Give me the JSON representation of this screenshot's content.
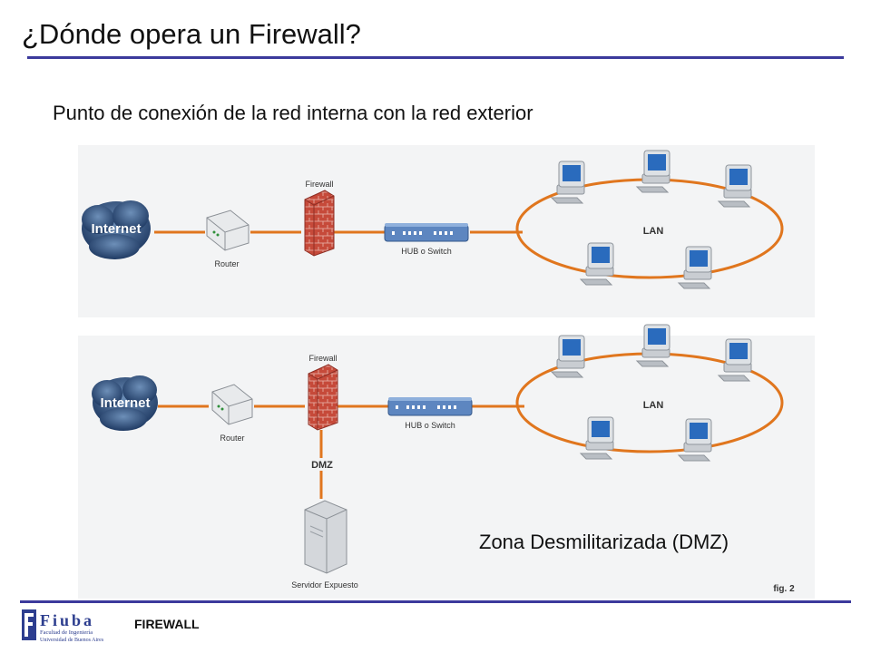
{
  "title": "¿Dónde opera un Firewall?",
  "subtitle": "Punto de conexión de la red interna con la red exterior",
  "diagram": {
    "top": {
      "internet_label": "Internet",
      "router_label": "Router",
      "firewall_label": "Firewall",
      "hub_label": "HUB o Switch",
      "lan_label": "LAN"
    },
    "bottom": {
      "internet_label": "Internet",
      "router_label": "Router",
      "firewall_label": "Firewall",
      "hub_label": "HUB o Switch",
      "lan_label": "LAN",
      "dmz_label": "DMZ",
      "server_label": "Servidor Expuesto"
    },
    "fig_label": "fig. 2"
  },
  "dmz_caption": "Zona Desmilitarizada (DMZ)",
  "footer": {
    "label": "FIREWALL",
    "logo_text": "Fiuba",
    "logo_sub1": "Facultad de Ingeniería",
    "logo_sub2": "Universidad de Buenos Aires"
  },
  "colors": {
    "rule": "#3c3a9c",
    "cable": "#e0761e",
    "cloud": "#2f4f7a",
    "brick": "#c64a3a",
    "hub": "#5d86c0",
    "screen": "#2a6bbd"
  }
}
